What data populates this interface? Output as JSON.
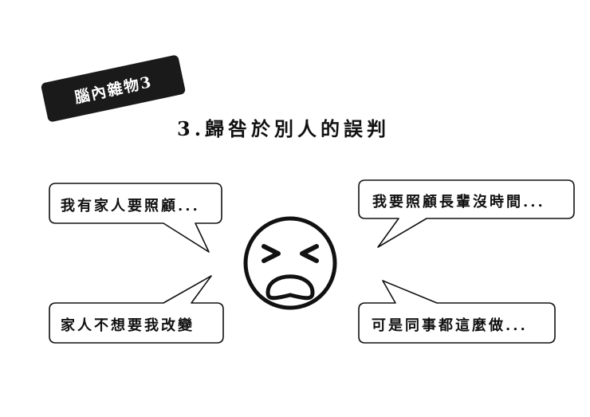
{
  "tag": {
    "label": "腦內雜物3"
  },
  "heading": {
    "text": "3.歸咎於別人的誤判"
  },
  "bubbles": {
    "top_left": "我有家人要照顧...",
    "top_right": "我要照顧長輩沒時間...",
    "bottom_left": "家人不想要我改變",
    "bottom_right": "可是同事都這麼做..."
  },
  "face": {
    "icon": "crying-face-icon",
    "eyes": "> <"
  },
  "colors": {
    "ink": "#111111",
    "tag_bg": "#1a1a1a",
    "background": "#ffffff"
  }
}
